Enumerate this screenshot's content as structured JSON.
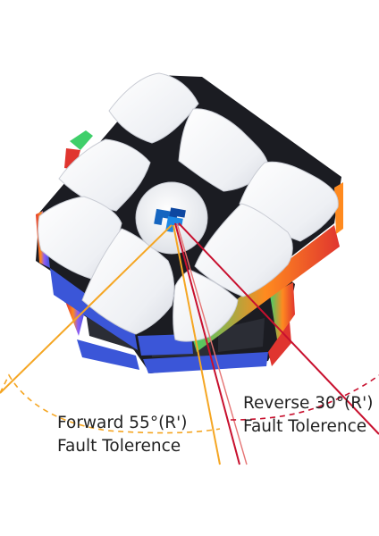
{
  "image": {
    "subject": "speed-cube",
    "colors": {
      "sticker_white": "#f4f5f8",
      "sticker_shadow": "#d9dce3",
      "core_black": "#1b1c22",
      "side_blue": "#3b56d8",
      "side_green": "#3fcf6a",
      "side_red": "#e0352f",
      "side_orange": "#ff8a1f",
      "logo_blue": "#1565c0",
      "line_orange": "#f5a623",
      "line_red": "#c8102e"
    }
  },
  "annotations": {
    "forward": {
      "line1": "Forward 55°(R')",
      "line2": "Fault Tolerence"
    },
    "reverse": {
      "line1": "Reverse 30°(R')",
      "line2": "Fault Tolerence"
    }
  }
}
